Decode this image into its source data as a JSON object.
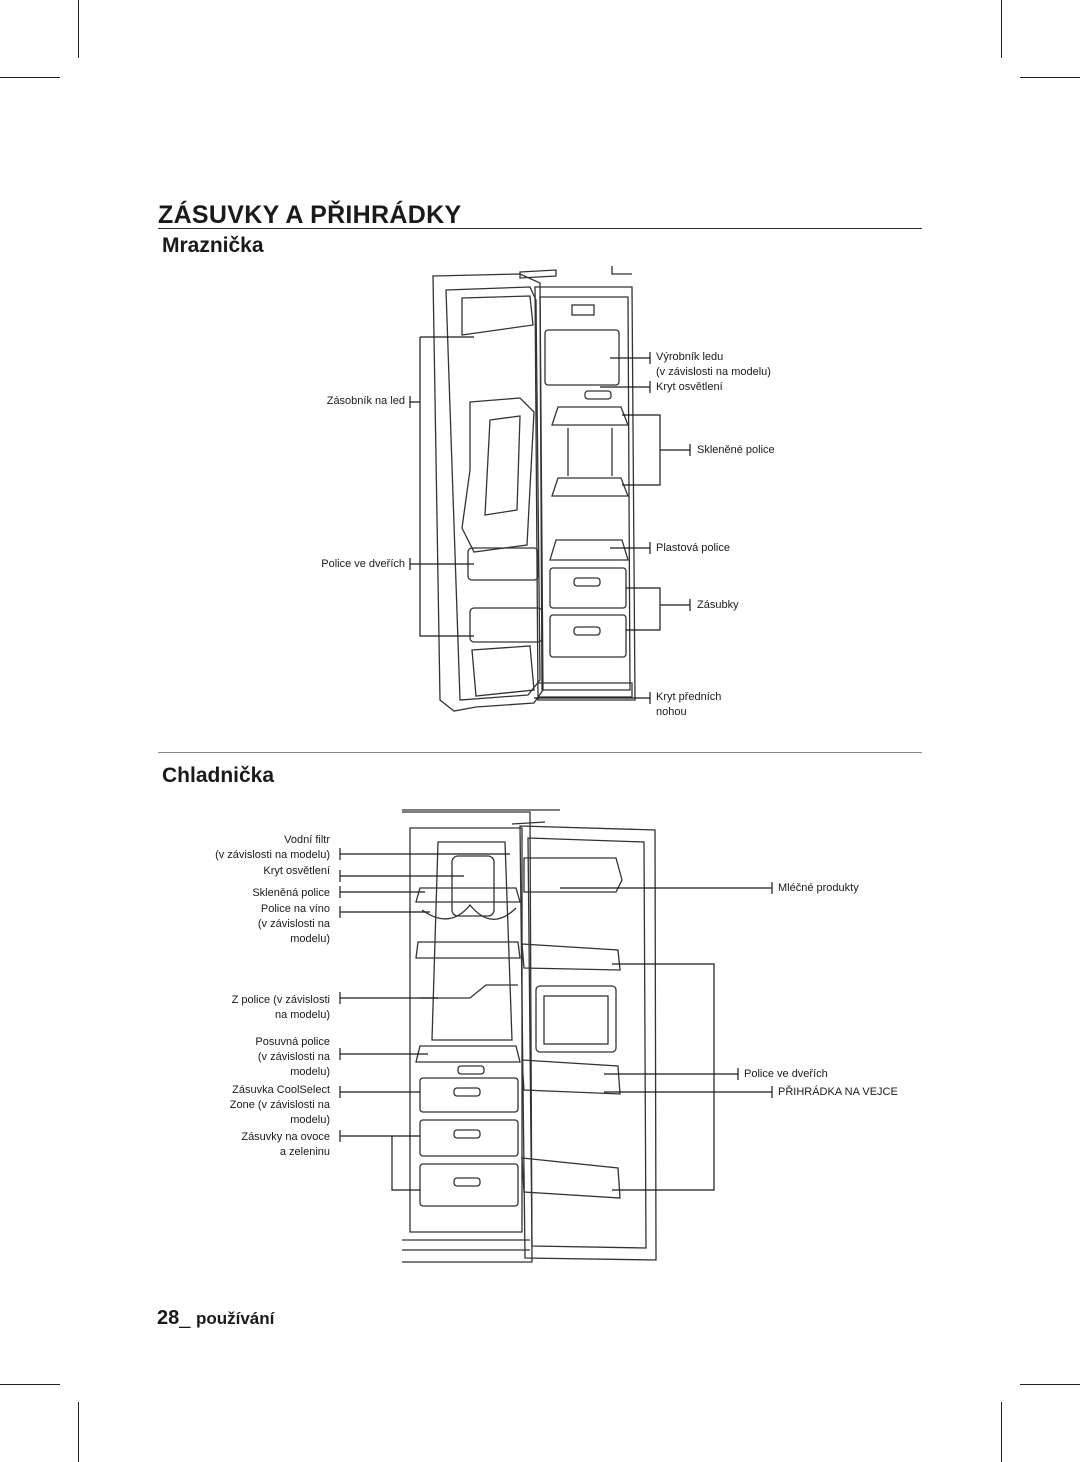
{
  "page": {
    "title": "ZÁSUVKY A PŘIHRÁDKY",
    "footer": {
      "page_number": "28",
      "separator": "_ ",
      "section": "používání"
    }
  },
  "freezer": {
    "title": "Mraznička",
    "labels": {
      "ice_bucket": "Zásobník na led",
      "door_shelves": "Police ve dveřích",
      "ice_maker": [
        "Výrobník ledu",
        "(v závislosti na modelu)"
      ],
      "light_cover": "Kryt osvětlení",
      "glass_shelves": "Skleněné police",
      "plastic_shelf": "Plastová police",
      "drawers": "Zásubky",
      "foot_cover": [
        "Kryt předních",
        "nohou"
      ]
    }
  },
  "fridge": {
    "title": "Chladnička",
    "labels": {
      "water_filter": [
        "Vodní filtr",
        "(v závislosti na modelu)"
      ],
      "light_cover": "Kryt osvětlení",
      "glass_shelf": "Skleněná police",
      "wine_shelf": [
        "Police na víno",
        "(v závislosti na",
        "modelu)"
      ],
      "z_shelf": [
        "Z police (v závislosti",
        "na modelu)"
      ],
      "sliding_shelf": [
        "Posuvná police",
        "(v závislosti na",
        "modelu)"
      ],
      "coolselect": [
        "Zásuvka CoolSelect",
        "Zone (v závislosti na",
        "modelu)"
      ],
      "crisper": [
        "Zásuvky na ovoce",
        "a zeleninu"
      ],
      "dairy": "Mléčné produkty",
      "door_shelves": "Police ve dveřích",
      "egg_tray": "PŘIHRÁDKA NA VEJCE"
    }
  }
}
